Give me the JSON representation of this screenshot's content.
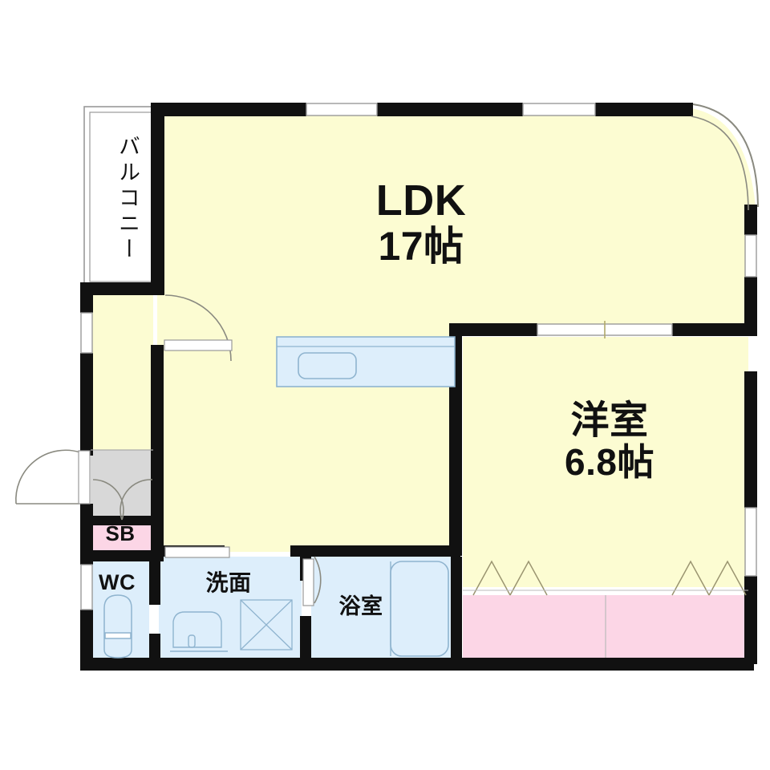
{
  "plan": {
    "title": "Apartment Floor Plan",
    "colors": {
      "wall": "#111111",
      "room_fill": "#fcfcd2",
      "water_fill": "#ddeefb",
      "closet_fill": "#fcd6e6",
      "genkan_fill": "#d8d8d8",
      "fixture_line": "#8fb4cf",
      "thin_line": "#999999",
      "background": "#ffffff",
      "text": "#111111"
    },
    "rooms": [
      {
        "id": "ldk",
        "name": "LDK",
        "area": "17帖",
        "fill": "room_fill"
      },
      {
        "id": "bedroom",
        "name": "洋室",
        "area": "6.8帖",
        "fill": "room_fill"
      },
      {
        "id": "balcony",
        "name": "バルコニー",
        "area": "",
        "fill": "background"
      },
      {
        "id": "shoebox",
        "name": "SB",
        "area": "",
        "fill": "closet_fill"
      },
      {
        "id": "toilet",
        "name": "WC",
        "area": "",
        "fill": "water_fill"
      },
      {
        "id": "washroom",
        "name": "洗面",
        "area": "",
        "fill": "water_fill"
      },
      {
        "id": "bathroom",
        "name": "浴室",
        "area": "",
        "fill": "water_fill"
      },
      {
        "id": "closet",
        "name": "",
        "area": "",
        "fill": "closet_fill"
      },
      {
        "id": "genkan",
        "name": "",
        "area": "",
        "fill": "genkan_fill"
      }
    ],
    "fixtures": [
      {
        "id": "kitchen-counter",
        "name": "kitchen-sink-counter"
      },
      {
        "id": "bathtub",
        "name": "bathtub"
      },
      {
        "id": "toilet-bowl",
        "name": "toilet-fixture"
      },
      {
        "id": "washbasin",
        "name": "washbasin-vanity"
      },
      {
        "id": "washer-pan",
        "name": "washing-machine-space"
      }
    ],
    "openings": [
      {
        "id": "top-window-1",
        "name": "window"
      },
      {
        "id": "top-window-2",
        "name": "window"
      },
      {
        "id": "right-window-1",
        "name": "window"
      },
      {
        "id": "right-window-2",
        "name": "window"
      },
      {
        "id": "right-window-3",
        "name": "window"
      },
      {
        "id": "left-window-1",
        "name": "window"
      },
      {
        "id": "left-window-2",
        "name": "window"
      },
      {
        "id": "ldk-bedroom-sliding-door",
        "name": "sliding-door"
      },
      {
        "id": "entry-door",
        "name": "entrance-door"
      },
      {
        "id": "genkan-double-door",
        "name": "double-door"
      },
      {
        "id": "corridor-door",
        "name": "hinged-door"
      },
      {
        "id": "bath-door",
        "name": "hinged-door"
      },
      {
        "id": "closet-doors",
        "name": "folding-closet-doors"
      }
    ]
  },
  "labels": {
    "ldk_name": "LDK",
    "ldk_area": "17帖",
    "bedroom_name": "洋室",
    "bedroom_area": "6.8帖",
    "balcony": "バルコニー",
    "shoebox": "SB",
    "toilet": "WC",
    "washroom": "洗面",
    "bathroom": "浴室"
  }
}
